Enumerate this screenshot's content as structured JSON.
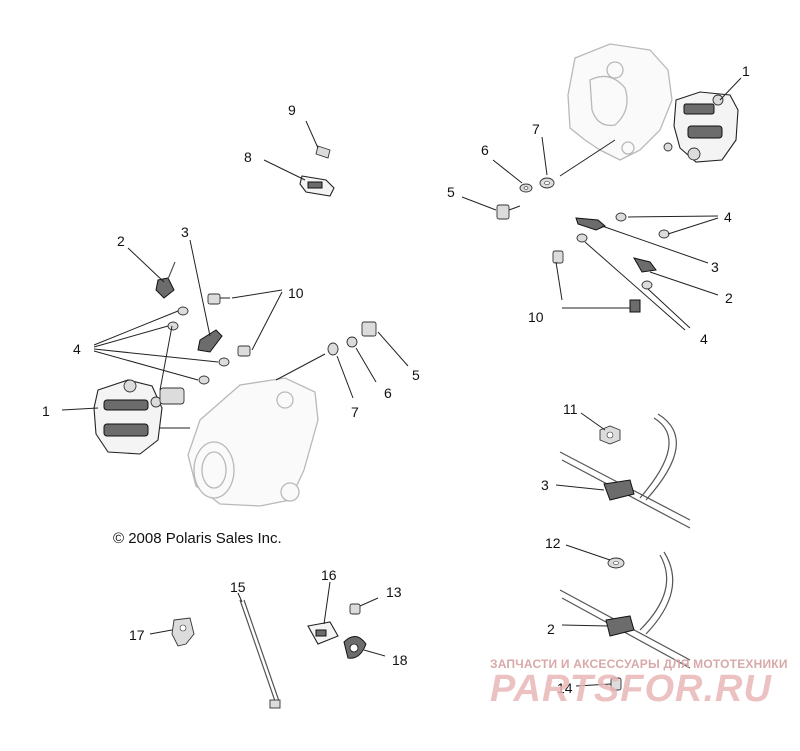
{
  "copyright": "© 2008 Polaris Sales Inc.",
  "watermark": {
    "subtitle": "ЗАПЧАСТИ И АКСЕССУАРЫ ДЛЯ МОТОТЕХНИКИ",
    "logo": "PARTSFOR.RU"
  },
  "callouts": {
    "c1_right": "1",
    "c7_top": "7",
    "c6_top": "6",
    "c5_top": "5",
    "c4_right": "4",
    "c3_right": "3",
    "c2_right": "2",
    "c10_right": "10",
    "c4_right_low": "4",
    "c9": "9",
    "c8": "8",
    "c2_left": "2",
    "c3_left": "3",
    "c10_left": "10",
    "c4_left": "4",
    "c1_left": "1",
    "c5_mid": "5",
    "c6_mid": "6",
    "c7_mid": "7",
    "c11": "11",
    "c3_line": "3",
    "c12": "12",
    "c2_line": "2",
    "c15": "15",
    "c16": "16",
    "c13": "13",
    "c17": "17",
    "c18": "18",
    "c14": "14"
  }
}
